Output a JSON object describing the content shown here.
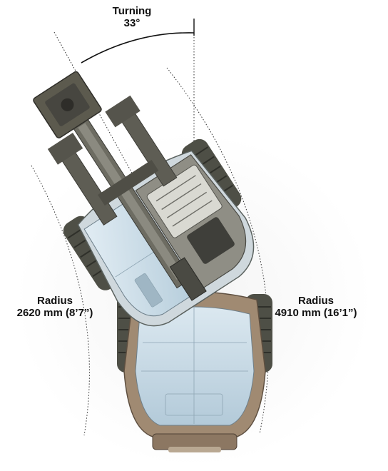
{
  "turning": {
    "title": "Turning",
    "angle": "33°"
  },
  "radius_inner": {
    "title": "Radius",
    "value": "2620 mm (8’7”)"
  },
  "radius_outer": {
    "title": "Radius",
    "value": "4910 mm (16’1”)"
  },
  "colors": {
    "body_dark": "#5c5a4e",
    "tire": "#4e4f46",
    "glass": "#c9dbe6",
    "frame_tan": "#a08a72",
    "line": "#222222"
  }
}
